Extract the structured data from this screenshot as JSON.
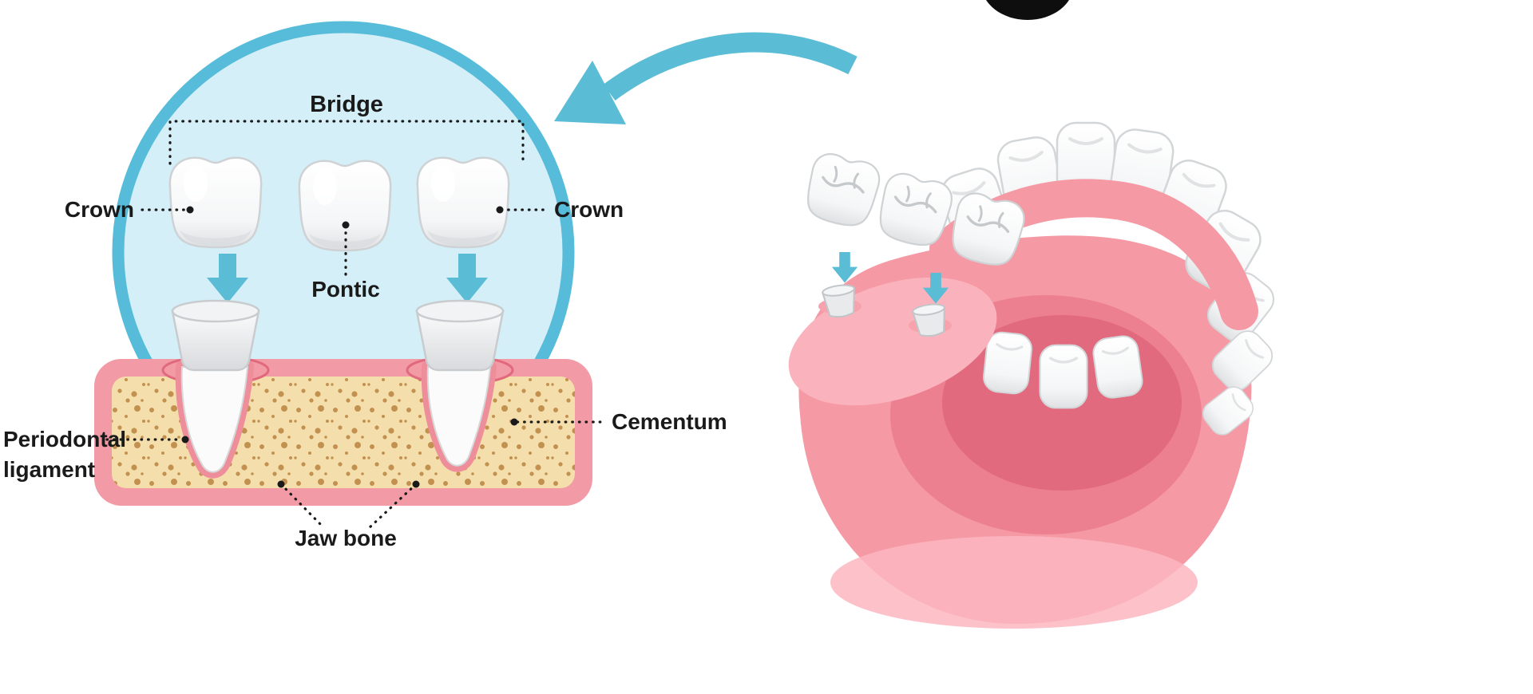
{
  "figure": {
    "name": "Dental bridge infographic",
    "labels": {
      "bridge": "Bridge",
      "crown_left": "Crown",
      "crown_right": "Crown",
      "pontic": "Pontic",
      "periodontal": [
        "Periodontal",
        "ligament"
      ],
      "cementum": "Cementum",
      "jaw_bone": "Jaw bone"
    }
  },
  "colors": {
    "accent_blue": "#5BBCD6",
    "circle_fill": "#D4EFF8",
    "circle_stroke": "#57BCD9",
    "gum_pink": "#F29AA5",
    "gum_deep": "#E06A7C",
    "bone_fill": "#F4DFAC",
    "bone_speckle": "#C3914F",
    "tooth_white": "#FDFDFD",
    "tooth_shade": "#D9DCDE",
    "label_text": "#1A1A1A",
    "black_shape": "#0E0E0E"
  }
}
